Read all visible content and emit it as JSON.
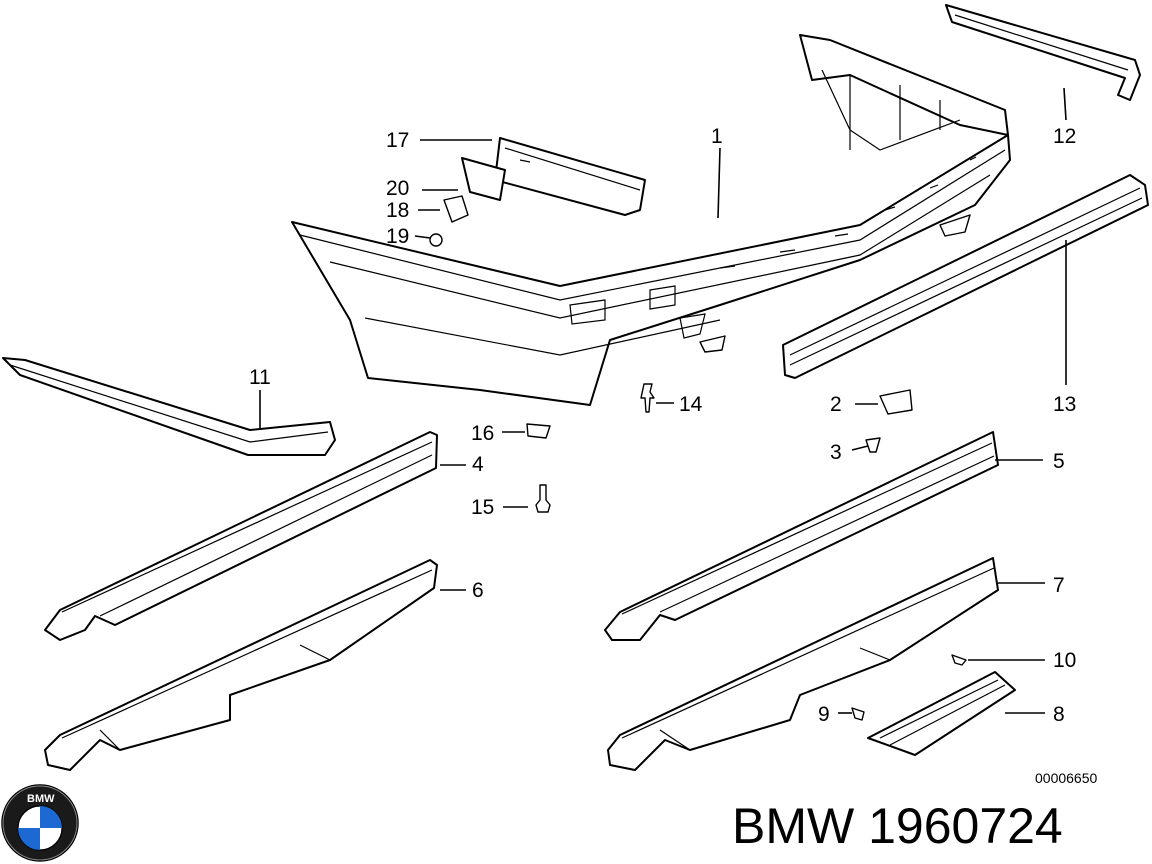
{
  "diagram": {
    "drawing_code": "00006650",
    "callouts": {
      "c1": "1",
      "c2": "2",
      "c3": "3",
      "c4": "4",
      "c5": "5",
      "c6": "6",
      "c7": "7",
      "c8": "8",
      "c9": "9",
      "c10": "10",
      "c11": "11",
      "c12": "12",
      "c13": "13",
      "c14": "14",
      "c15": "15",
      "c16": "16",
      "c17": "17",
      "c18": "18",
      "c19": "19",
      "c20": "20"
    }
  },
  "brand": {
    "logo_icon": "bmw-roundel-icon",
    "logo_letters": "BMW",
    "part_number_label": "BMW 1960724"
  },
  "colors": {
    "line": "#000000",
    "background": "#ffffff",
    "roundel_blue": "#1c69d4"
  }
}
